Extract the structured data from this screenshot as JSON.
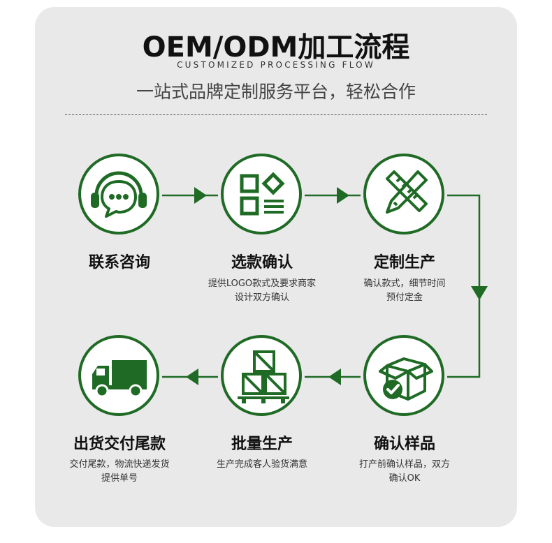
{
  "header": {
    "title": "OEM/ODM加工流程",
    "subtitle_en": "CUSTOMIZED PROCESSING FLOW",
    "slogan": "一站式品牌定制服务平台，轻松合作"
  },
  "colors": {
    "accent": "#1f6b25",
    "card_bg": "#e9e9e9",
    "text": "#111111"
  },
  "steps": [
    {
      "title": "联系咨询",
      "desc1": "",
      "desc2": "",
      "icon": "headset-chat-icon"
    },
    {
      "title": "选款确认",
      "desc1": "提供LOGO款式及要求商家",
      "desc2": "设计双方确认",
      "icon": "grid-list-icon"
    },
    {
      "title": "定制生产",
      "desc1": "确认款式，细节时间",
      "desc2": "预付定金",
      "icon": "ruler-pencil-icon"
    },
    {
      "title": "确认样品",
      "desc1": "打产前确认样品，双方",
      "desc2": "确认OK",
      "icon": "box-check-icon"
    },
    {
      "title": "批量生产",
      "desc1": "生产完成客人验货满意",
      "desc2": "",
      "icon": "stacked-crates-icon"
    },
    {
      "title": "出货交付尾款",
      "desc1": "交付尾款，物流快递发货",
      "desc2": "提供单号",
      "icon": "delivery-truck-icon"
    }
  ]
}
